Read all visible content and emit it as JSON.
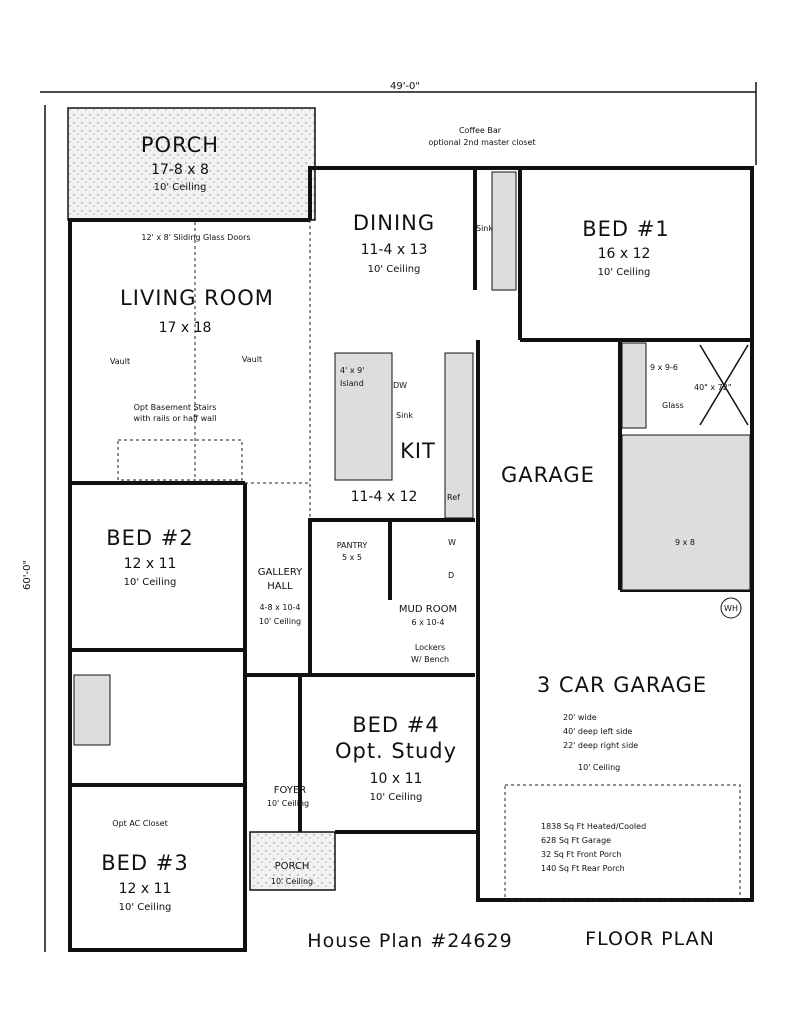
{
  "dimensions": {
    "width": "49'-0\"",
    "depth": "60'-0\""
  },
  "rooms": {
    "porch_rear": {
      "name": "PORCH",
      "size": "17-8 x 8",
      "ceiling": "10' Ceiling"
    },
    "sliding_doors": "12' x 8' Sliding Glass Doors",
    "living": {
      "name": "LIVING ROOM",
      "size": "17 x 18",
      "vault": "Vault",
      "stairs_note1": "Opt Basement Stairs",
      "stairs_note2": "with rails or half wall"
    },
    "dining": {
      "name": "DINING",
      "size": "11-4 x 13",
      "ceiling": "10' Ceiling"
    },
    "coffee_bar": {
      "line1": "Coffee Bar",
      "line2": "optional 2nd master closet",
      "sink": "Sink"
    },
    "bed1": {
      "name": "BED #1",
      "size": "16 x 12",
      "ceiling": "10' Ceiling"
    },
    "master_bath": {
      "size": "9 x 9-6",
      "shower": "40\" x 72\"",
      "glass": "Glass",
      "closet": "9 x 8"
    },
    "kitchen": {
      "name": "KIT",
      "size": "11-4 x 12",
      "island1": "4' x 9'",
      "island2": "Island",
      "dw": "DW",
      "sink": "Sink",
      "ref": "Ref",
      "w": "W",
      "d": "D"
    },
    "garage_label": "GARAGE",
    "pantry": {
      "name": "PANTRY",
      "size": "5 x 5"
    },
    "gallery": {
      "name1": "GALLERY",
      "name2": "HALL",
      "size": "4-8 x 10-4",
      "ceiling": "10' Ceiling"
    },
    "mud": {
      "name": "MUD ROOM",
      "size": "6 x 10-4",
      "lockers1": "Lockers",
      "lockers2": "W/ Bench"
    },
    "bed2": {
      "name": "BED #2",
      "size": "12 x 11",
      "ceiling": "10' Ceiling"
    },
    "ac_closet": "Opt AC Closet",
    "bed3": {
      "name": "BED #3",
      "size": "12 x 11",
      "ceiling": "10' Ceiling"
    },
    "bed4": {
      "name1": "BED #4",
      "name2": "Opt. Study",
      "size": "10 x 11",
      "ceiling": "10' Ceiling"
    },
    "foyer": {
      "name": "FOYER",
      "ceiling": "10' Ceiling"
    },
    "porch_front": {
      "name": "PORCH",
      "ceiling": "10' Ceiling"
    },
    "garage3": {
      "name": "3 CAR GARAGE",
      "wide": "20' wide",
      "deep_left": "40' deep left side",
      "deep_right": "22' deep right side",
      "ceiling": "10' Ceiling",
      "wh": "WH"
    }
  },
  "stats": [
    "1838 Sq Ft Heated/Cooled",
    "628 Sq Ft Garage",
    "32 Sq Ft Front Porch",
    "140 Sq Ft Rear Porch"
  ],
  "title": {
    "plan": "House Plan #24629",
    "label": "FLOOR PLAN"
  }
}
